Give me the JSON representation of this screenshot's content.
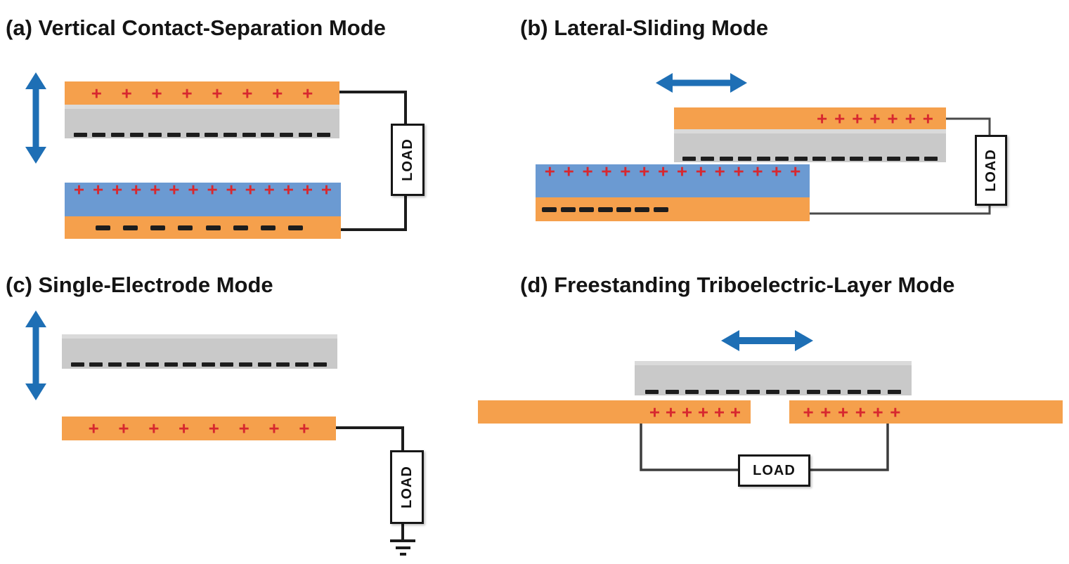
{
  "colors": {
    "electrode_orange": "#F5A04C",
    "dielectric_gray": "#C9C9C9",
    "dielectric_blue": "#6B9AD2",
    "motion_arrow_blue": "#1E6FB5",
    "positive_charge_red": "#D7282F",
    "negative_charge_black": "#1D1D1D",
    "wire_black": "#1C1C1C",
    "background": "#FFFFFF"
  },
  "panels": {
    "a": {
      "title": "(a) Vertical Contact-Separation Mode",
      "motion_icon": "vertical-double-arrow-icon",
      "load_label": "LOAD",
      "charges": {
        "top_electrode_positive": {
          "symbol": "+",
          "count": 8
        },
        "dielectric_surface_negative": {
          "symbol": "-",
          "count": 14
        },
        "blue_layer_positive": {
          "symbol": "+",
          "count": 14
        },
        "bottom_electrode_negative": {
          "symbol": "-",
          "count": 8
        }
      }
    },
    "b": {
      "title": "(b) Lateral-Sliding Mode",
      "motion_icon": "horizontal-double-arrow-icon",
      "load_label": "LOAD",
      "charges": {
        "top_electrode_positive": {
          "symbol": "+",
          "count": 7
        },
        "dielectric_surface_negative": {
          "symbol": "-",
          "count": 14
        },
        "blue_layer_positive": {
          "symbol": "+",
          "count": 14
        },
        "bottom_electrode_negative": {
          "symbol": "-",
          "count": 7
        }
      }
    },
    "c": {
      "title": "(c) Single-Electrode Mode",
      "motion_icon": "vertical-double-arrow-icon",
      "load_label": "LOAD",
      "grounded": true,
      "charges": {
        "dielectric_surface_negative": {
          "symbol": "-",
          "count": 14
        },
        "electrode_positive": {
          "symbol": "+",
          "count": 8
        }
      }
    },
    "d": {
      "title": "(d) Freestanding Triboelectric-Layer Mode",
      "motion_icon": "horizontal-double-arrow-icon",
      "load_label": "LOAD",
      "charges": {
        "dielectric_surface_negative": {
          "symbol": "-",
          "count": 13
        },
        "left_electrode_positive": {
          "symbol": "+",
          "count": 6
        },
        "right_electrode_positive": {
          "symbol": "+",
          "count": 6
        }
      }
    }
  }
}
